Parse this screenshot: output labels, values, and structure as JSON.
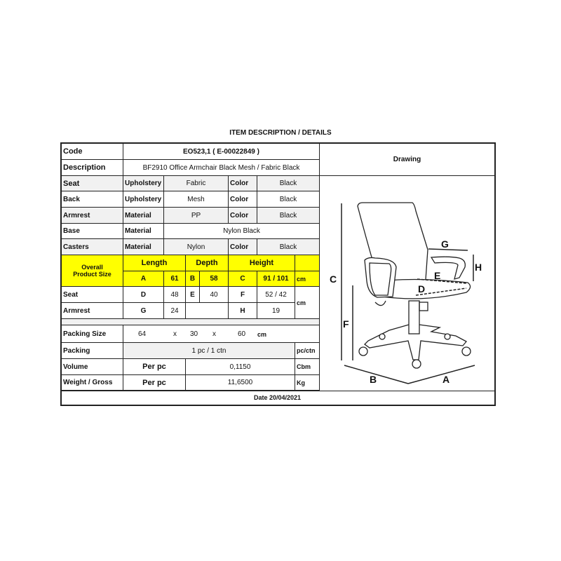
{
  "title": "ITEM DESCRIPTION / DETAILS",
  "code": {
    "label": "Code",
    "value": "EO523,1 ( E-00022849 )"
  },
  "description": {
    "label": "Description",
    "value": "BF2910 Office Armchair Black Mesh / Fabric Black"
  },
  "drawing_label": "Drawing",
  "parts": [
    {
      "label": "Seat",
      "attr": "Upholstery",
      "value": "Fabric",
      "color_label": "Color",
      "color": "Black"
    },
    {
      "label": "Back",
      "attr": "Upholstery",
      "value": "Mesh",
      "color_label": "Color",
      "color": "Black"
    },
    {
      "label": "Armrest",
      "attr": "Material",
      "value": "PP",
      "color_label": "Color",
      "color": "Black"
    },
    {
      "label": "Base",
      "attr": "Material",
      "value": "Nylon Black"
    },
    {
      "label": "Casters",
      "attr": "Material",
      "value": "Nylon",
      "color_label": "Color",
      "color": "Black"
    }
  ],
  "overall": {
    "label": "Overall Product Size",
    "length": "Length",
    "depth": "Depth",
    "height": "Height",
    "a": "A",
    "a_val": "61",
    "b": "B",
    "b_val": "58",
    "c": "C",
    "c_val": "91 / 101",
    "unit": "cm"
  },
  "seat": {
    "label": "Seat",
    "d": "D",
    "d_val": "48",
    "e": "E",
    "e_val": "40",
    "f": "F",
    "f_val": "52 / 42"
  },
  "armrest": {
    "label": "Armrest",
    "g": "G",
    "g_val": "24",
    "h": "H",
    "h_val": "19",
    "unit": "cm"
  },
  "packing_size": {
    "label": "Packing Size",
    "l": "64",
    "x1": "x",
    "w": "30",
    "x2": "x",
    "h": "60",
    "unit": "cm"
  },
  "packing": {
    "label": "Packing",
    "value": "1 pc / 1 ctn",
    "unit": "pc/ctn"
  },
  "volume": {
    "label": "Volume",
    "per": "Per pc",
    "value": "0,1150",
    "unit": "Cbm"
  },
  "weight": {
    "label": "Weight / Gross",
    "per": "Per pc",
    "value": "11,6500",
    "unit": "Kg"
  },
  "date": "Date 20/04/2021",
  "dims": {
    "a": "A",
    "b": "B",
    "c": "C",
    "d": "D",
    "e": "E",
    "f": "F",
    "g": "G",
    "h": "H"
  }
}
